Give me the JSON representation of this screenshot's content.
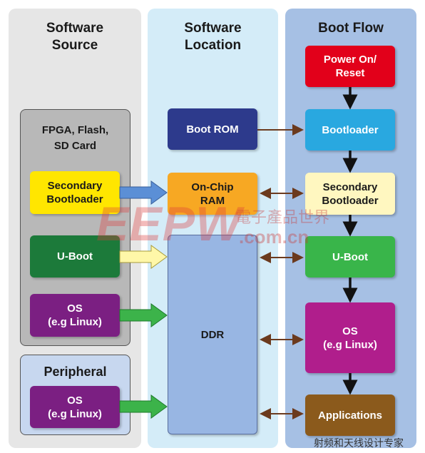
{
  "columns": {
    "source": "Software\nSource",
    "location": "Software\nLocation",
    "boot_flow": "Boot Flow"
  },
  "source": {
    "group_title": "FPGA,  Flash,\nSD Card",
    "secondary_bootloader": "Secondary\nBootloader",
    "uboot": "U-Boot",
    "os": "OS\n(e.g Linux)",
    "peripheral_title": "Peripheral",
    "peripheral_os": "OS\n(e.g Linux)"
  },
  "location": {
    "boot_rom": "Boot ROM",
    "onchip_ram": "On-Chip\nRAM",
    "ddr": "DDR"
  },
  "flow": {
    "power_on": "Power On/\nReset",
    "bootloader": "Bootloader",
    "secondary_bootloader": "Secondary\nBootloader",
    "uboot": "U-Boot",
    "os": "OS\n(e.g Linux)",
    "applications": "Applications"
  },
  "watermarks": {
    "eepw": "EEPW",
    "eepw_cn": "電子產品世界",
    "eepw_url": ".com.cn",
    "rf_logo": "射频和天线设计专家"
  },
  "colors": {
    "col_gray": "#e6e6e6",
    "col_lightblue": "#d4ecf8",
    "col_blue": "#a6c0e4",
    "navy": "#2d3a8c",
    "red": "#e2001a",
    "cyan": "#29a8e0",
    "yellow": "#ffe600",
    "orange": "#f7a823",
    "cream": "#fff7c0",
    "green_dark": "#1c7a3a",
    "green": "#39b54a",
    "purple": "#7b1f82",
    "magenta": "#b01e8c",
    "brown": "#8b5a1c",
    "ddr_blue": "#98b6e3"
  }
}
